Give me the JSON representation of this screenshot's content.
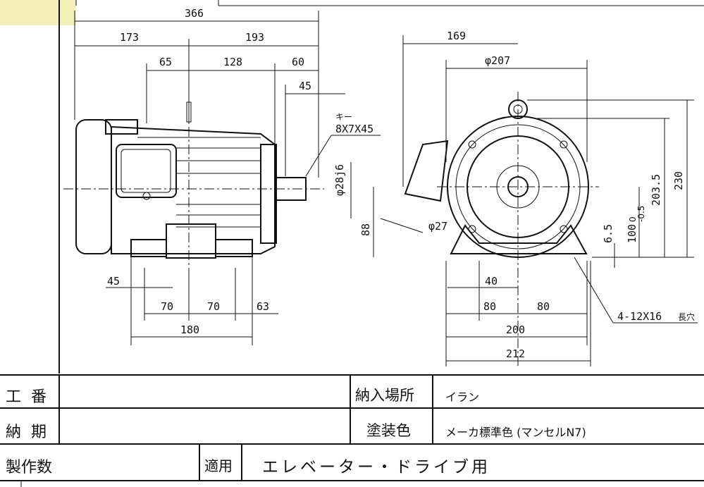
{
  "drawing": {
    "side_view": {
      "overall": "366",
      "left": "173",
      "right": "193",
      "d65": "65",
      "d128": "128",
      "d60": "60",
      "d45top": "45",
      "key_label": "キー",
      "key_size": "8X7X45",
      "shaft": "φ28j6",
      "d45bottom": "45",
      "d70a": "70",
      "d70b": "70",
      "d63": "63",
      "d180": "180"
    },
    "end_view": {
      "d169": "169",
      "d207": "φ207",
      "d88": "88",
      "d27": "φ27",
      "d40": "40",
      "d80a": "80",
      "d80b": "80",
      "d200": "200",
      "d212": "212",
      "d230": "230",
      "d2035": "203.5",
      "d100": "100",
      "d100_tol_upper": "0",
      "d100_tol_lower": "-0.5",
      "d65": "6.5",
      "holes": "4-12X16",
      "holes_suffix": "長穴"
    }
  },
  "table": {
    "row1": {
      "label": "工番",
      "value": "",
      "label2": "納入場所",
      "value2": "イラン"
    },
    "row2": {
      "label": "納期",
      "value": "",
      "label2": "塗装色",
      "value2": "メーカ標準色 (マンセルN7)"
    },
    "row3": {
      "label": "製作数",
      "value": "",
      "label2": "適用",
      "value2": "エレベーター・ドライブ用"
    }
  }
}
